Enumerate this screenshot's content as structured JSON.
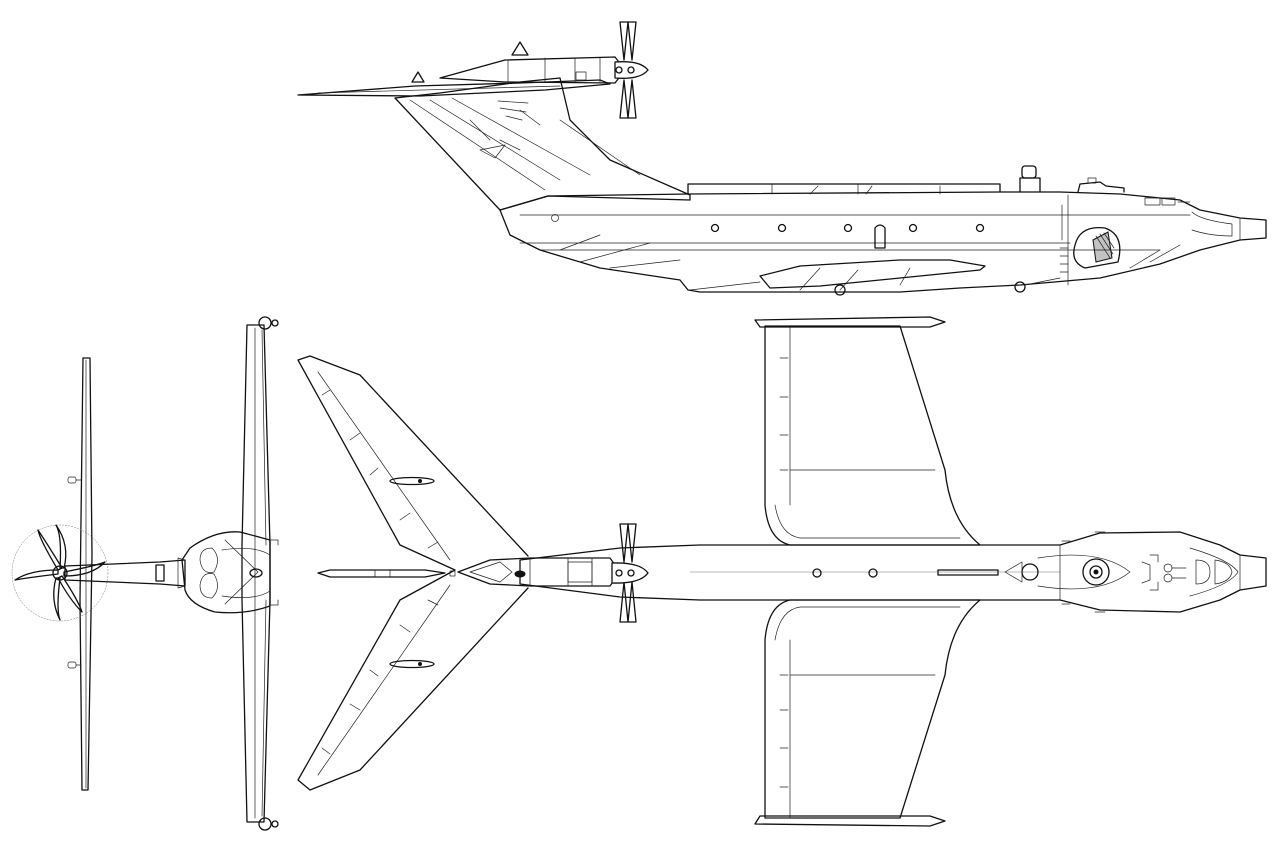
{
  "drawing": {
    "views": [
      "side-view",
      "top-view",
      "front-view"
    ],
    "colors": {
      "line": "#111111",
      "background": "#ffffff",
      "hairline": "#777777"
    }
  }
}
